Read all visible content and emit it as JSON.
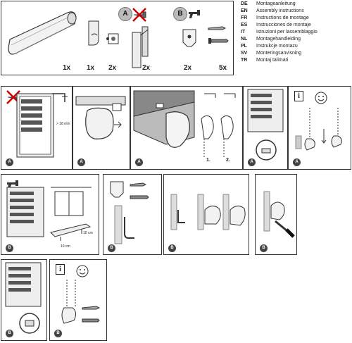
{
  "languages": [
    {
      "code": "DE",
      "text": "Montageanleitung"
    },
    {
      "code": "EN",
      "text": "Assembly instructions"
    },
    {
      "code": "FR",
      "text": "Instructions de montage"
    },
    {
      "code": "ES",
      "text": "Instrucciones de montaje"
    },
    {
      "code": "IT",
      "text": "Istruzioni per lassemblaggio"
    },
    {
      "code": "NL",
      "text": "Montagehandleiding"
    },
    {
      "code": "PL",
      "text": "Instrukcje montazu"
    },
    {
      "code": "SV",
      "text": "Monteringsanvisning"
    },
    {
      "code": "TR",
      "text": "Montaj talimati"
    }
  ],
  "parts": {
    "quantities": [
      "1x",
      "1x",
      "2x",
      "2x",
      "2x",
      "5x"
    ],
    "option_a": "A",
    "option_b": "B"
  },
  "steps": {
    "a": "A",
    "b": "B",
    "info": "i",
    "measure_18": "> 18 mm",
    "num1": "1.",
    "num2": "2.",
    "dim_10cm_left": "10 cm",
    "dim_10cm_right": "10 cm"
  }
}
